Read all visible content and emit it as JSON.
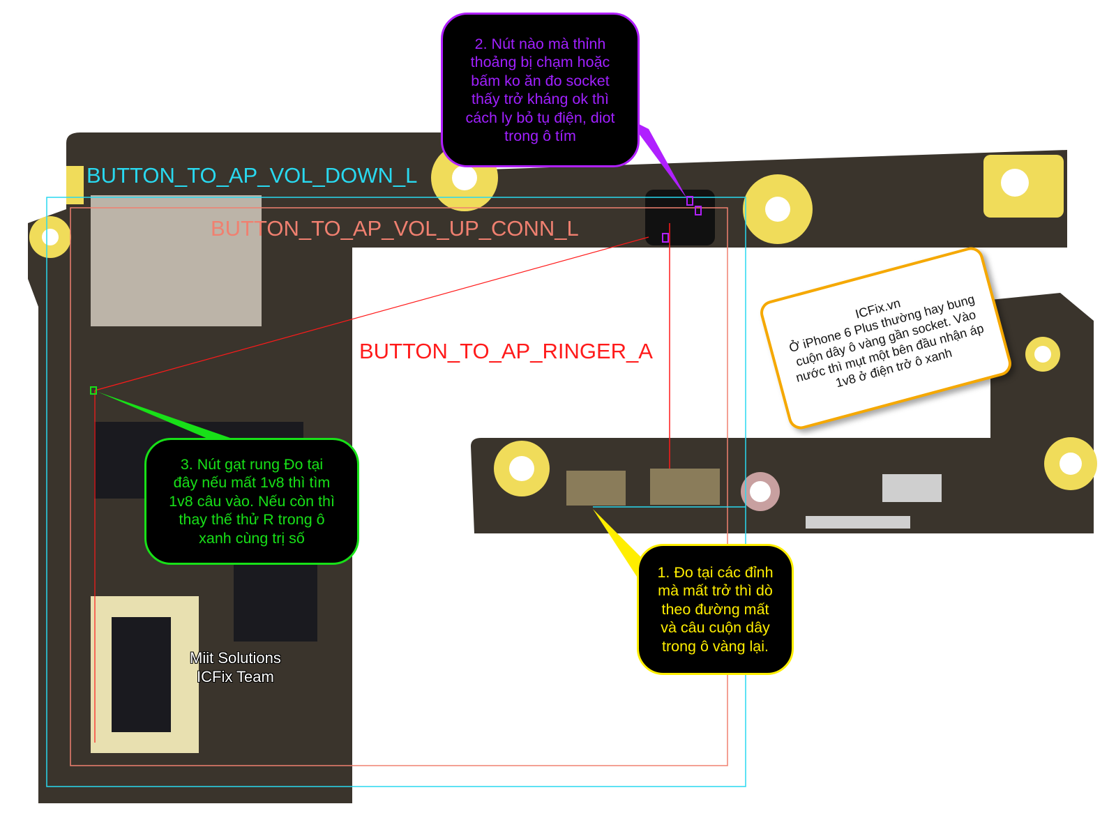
{
  "nets": {
    "vol_down": "BUTTON_TO_AP_VOL_DOWN_L",
    "vol_up": "BUTTON_TO_AP_VOL_UP_CONN_L",
    "ringer": "BUTTON_TO_AP_RINGER_A"
  },
  "callouts": {
    "step1": "1. Đo tại các đỉnh\nmà mất trở thì dò\ntheo đường mất\nvà câu cuộn dây\ntrong ô vàng lại.",
    "step2": "2. Nút nào mà thỉnh\nthoảng bị chạm hoặc\nbấm ko ăn đo socket\nthấy trở kháng ok thì\ncách ly bỏ tụ điện, diot\ntrong ô tím",
    "step3": "3. Nút gạt rung Đo tại\nđây nếu mất 1v8 thì tìm\n1v8 câu vào. Nếu còn thì\nthay thế thử R trong ô\nxanh cùng trị số"
  },
  "note": {
    "title": "ICFix.vn",
    "body": "Ở iPhone 6 Plus thường hay bung cuộn dây ô vàng gần socket. Vào nước thì mụt một bên đầu nhận áp 1v8 ở điện trở ô xanh"
  },
  "watermark": {
    "line1": "Miit Solutions",
    "line2": "ICFix Team"
  },
  "colors": {
    "board": "#3a342c",
    "pad": "#f0dc5a",
    "cyan": "#29d9f0",
    "red": "#ff1a1a",
    "salmon": "#f08070",
    "purple": "#b020ff",
    "green": "#18e018",
    "yellow": "#ffee00",
    "note_border": "#f5a800"
  }
}
